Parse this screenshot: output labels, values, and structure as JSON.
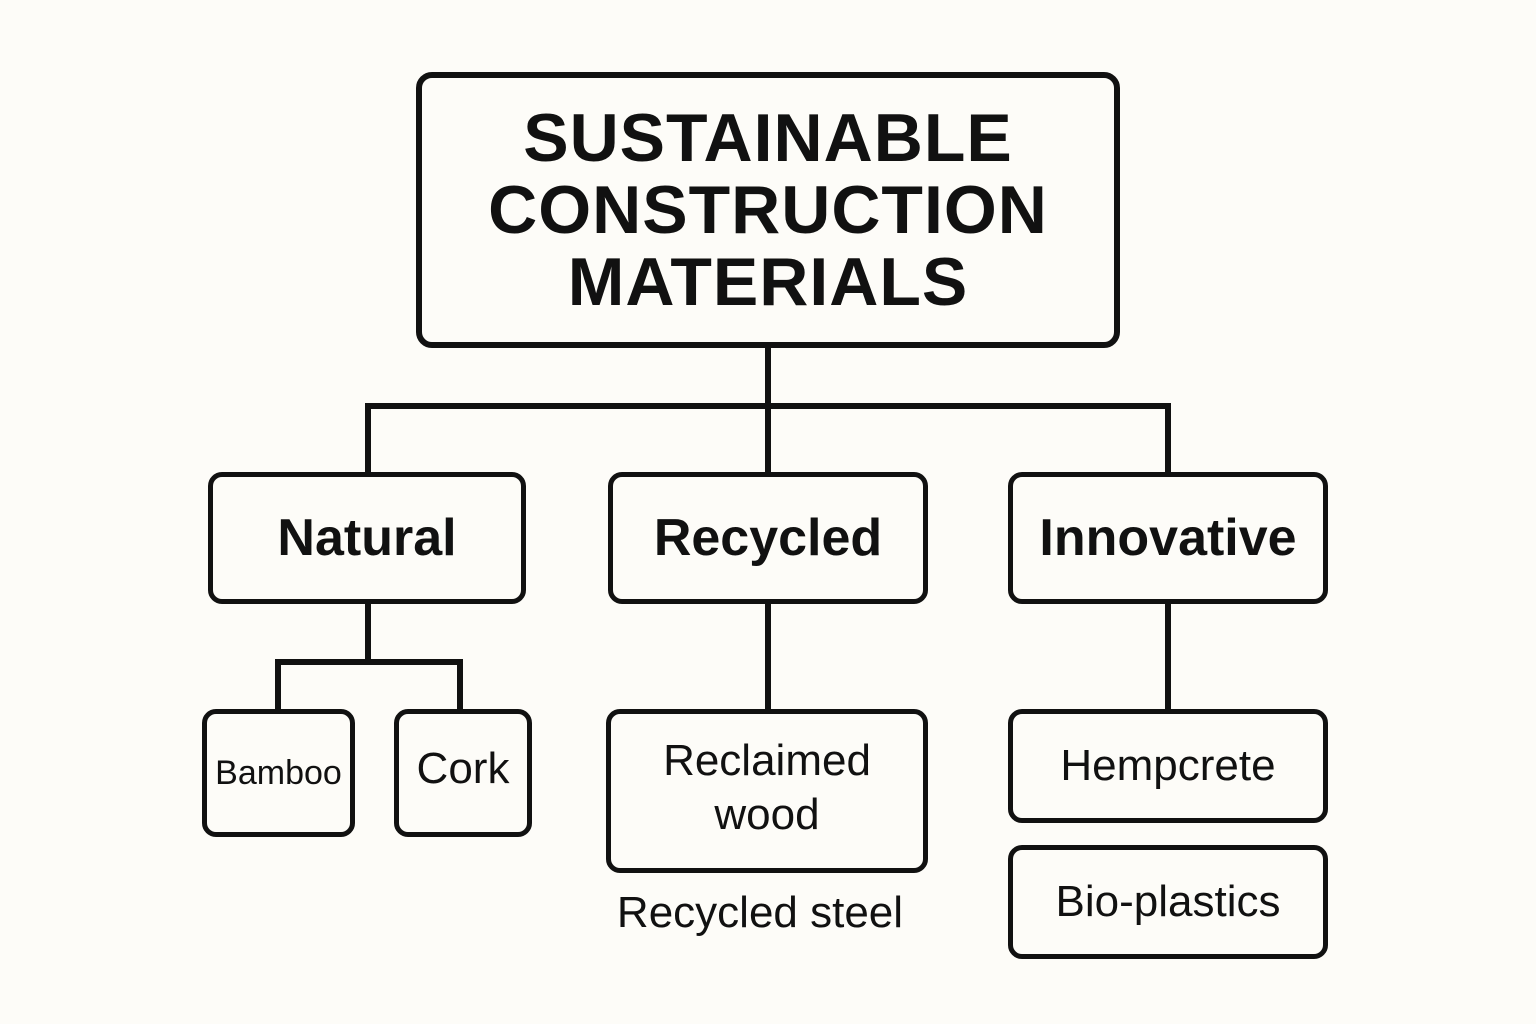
{
  "diagram": {
    "root": {
      "label": "SUSTAINABLE\nCONSTRUCTION\nMATERIALS"
    },
    "categories": [
      {
        "label": "Natural"
      },
      {
        "label": "Recycled"
      },
      {
        "label": "Innovative"
      }
    ],
    "natural_items": [
      {
        "label": "Bamboo"
      },
      {
        "label": "Cork"
      }
    ],
    "recycled_items": [
      {
        "label": "Reclaimed\nwood"
      }
    ],
    "recycled_free_label": "Recycled steel",
    "innovative_items": [
      {
        "label": "Hempcrete"
      },
      {
        "label": "Bio-plastics"
      }
    ],
    "colors": {
      "stroke": "#111111",
      "background": "#fdfcf8"
    }
  }
}
